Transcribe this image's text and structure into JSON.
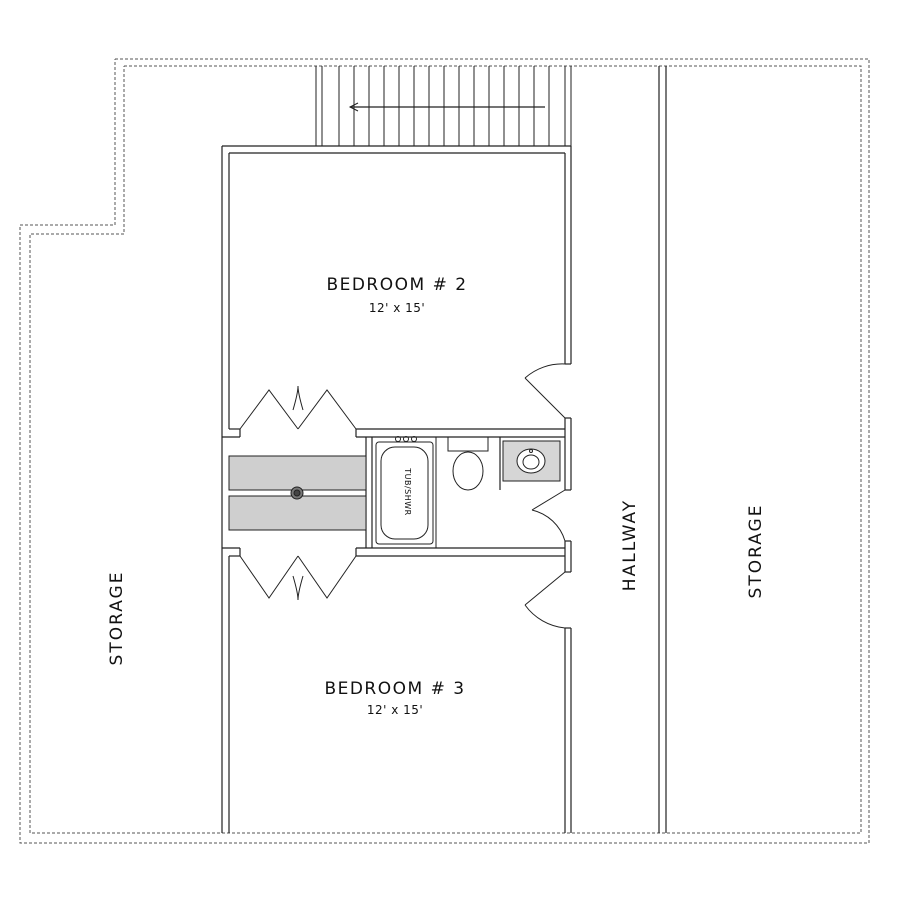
{
  "rooms": {
    "bedroom2": {
      "name": "BEDROOM # 2",
      "dims": "12' x 15'"
    },
    "bedroom3": {
      "name": "BEDROOM # 3",
      "dims": "12' x 15'"
    }
  },
  "labels": {
    "storage_left": "STORAGE",
    "storage_right": "STORAGE",
    "hallway": "HALLWAY",
    "tub": "TUB/SHWR"
  }
}
